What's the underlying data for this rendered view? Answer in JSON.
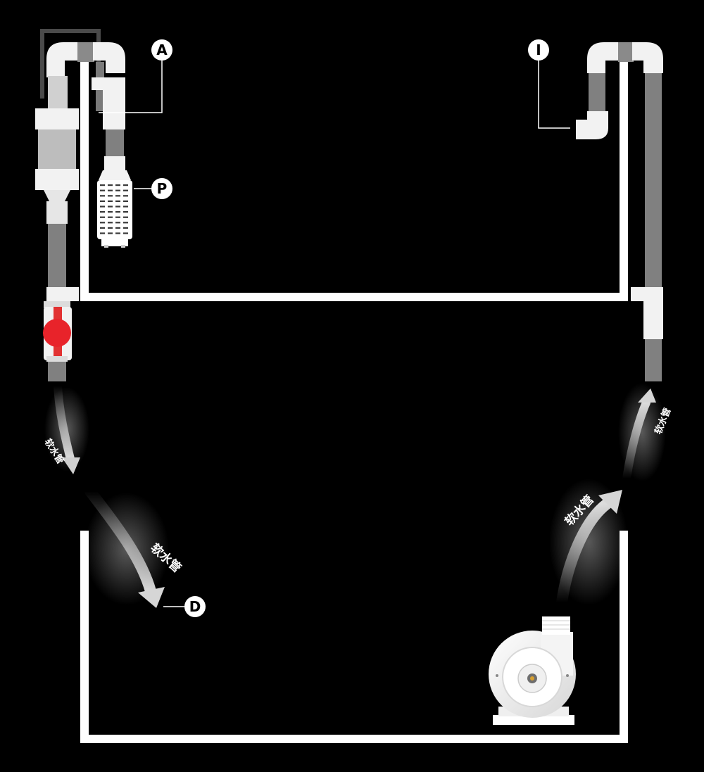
{
  "callouts": {
    "a": "A",
    "i": "I",
    "p": "P",
    "d": "D"
  },
  "hose_labels": {
    "left_upper": "软水管",
    "left_lower": "软水管",
    "right_upper": "软水管",
    "right_lower": "软水管"
  },
  "colors": {
    "background": "#000000",
    "tank_wall": "#ffffff",
    "pipe_fitting": "#f2f2f2",
    "pipe": "#808080",
    "valve_handle": "#e8232a",
    "water_line": "#ffffff"
  },
  "icons": {
    "valve": "ball-valve-icon",
    "pump": "return-pump-icon",
    "strainer": "intake-strainer-icon",
    "arrow": "flow-arrow-icon"
  }
}
